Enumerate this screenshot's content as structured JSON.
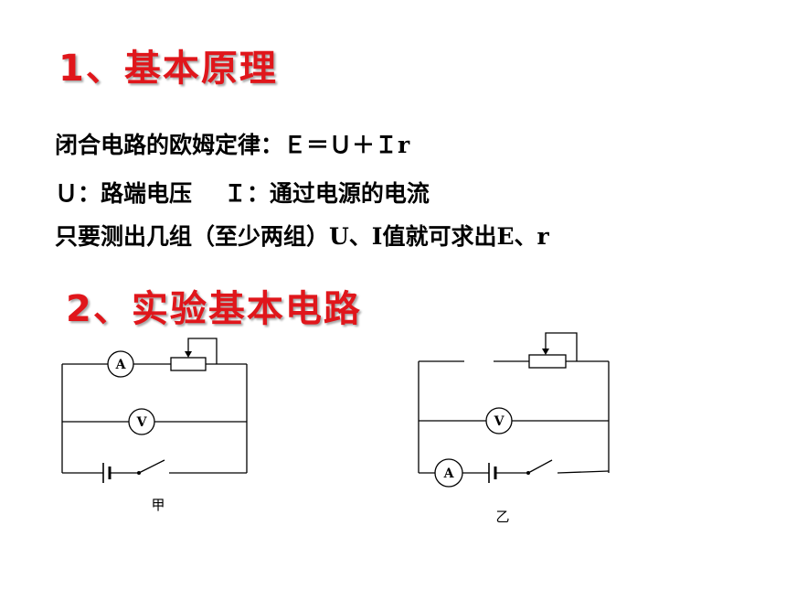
{
  "section1": {
    "title": "1、基本原理",
    "lines": [
      "闭合电路的欧姆定律：Ｅ＝Ｕ＋Ｉr",
      "Ｕ：路端电压    Ｉ：通过电源的电流",
      "只要测出几组（至少两组）U、I值就可求出E、r"
    ]
  },
  "section2": {
    "title": "2、实验基本电路"
  },
  "circuits": {
    "jia": {
      "caption": "甲",
      "ammeter": "A",
      "voltmeter": "V"
    },
    "yi": {
      "caption": "乙",
      "ammeter": "A",
      "voltmeter": "V"
    }
  },
  "colors": {
    "heading": "#e0161b",
    "text": "#000000"
  }
}
